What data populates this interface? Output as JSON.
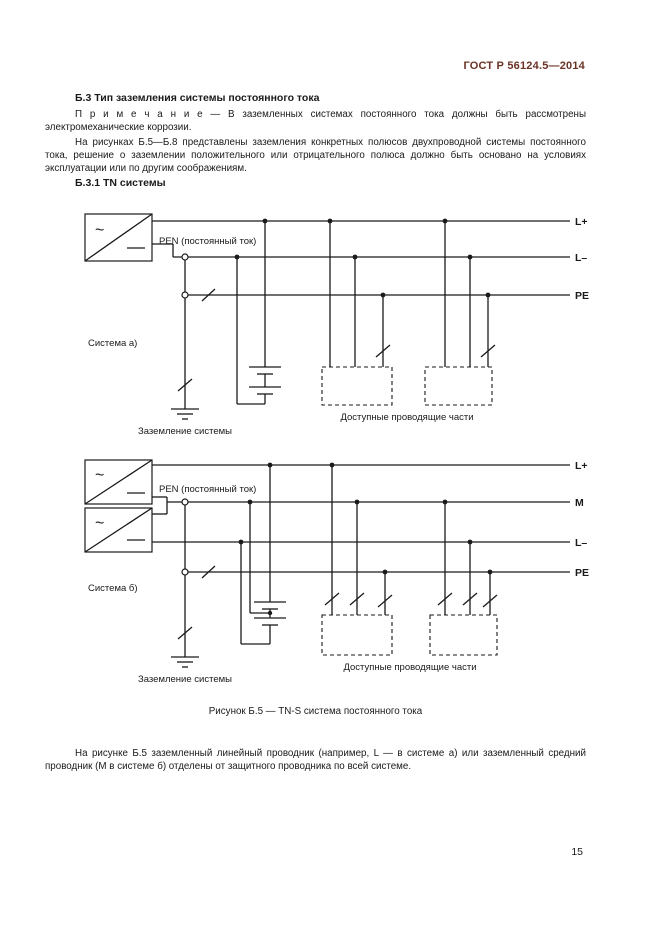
{
  "header": {
    "doc_number": "ГОСТ Р 56124.5—2014",
    "page_number": "15"
  },
  "content": {
    "heading_b3": "Б.3  Тип заземления системы постоянного тока",
    "note": "П р и м е ч а н и е — В заземленных системах постоянного тока должны быть рассмотрены электромеханические коррозии.",
    "para_intro": "На рисунках Б.5—Б.8 представлены заземления конкретных полюсов двухпроводной системы постоянного тока, решение о заземлении положительного или отрицательного полюса должно быть основано на условиях эксплуатации или по другим соображениям.",
    "heading_b31": "Б.3.1  TN системы",
    "figure_caption": "Рисунок Б.5 — TN-S система постоянного тока",
    "para_outro": "На рисунке Б.5 заземленный линейный проводник (например, L — в системе а) или заземленный средний проводник (М в системе б) отделены от защитного проводника по всей системе."
  },
  "diagram_a": {
    "converter_ac_symbol": "~",
    "pen_label": "PEN (постоянный ток)",
    "system_label": "Система а)",
    "grounding_label": "Заземление системы",
    "parts_label": "Доступные проводящие части",
    "bus_labels": {
      "lplus": "L+",
      "lminus": "L–",
      "pe": "PE"
    }
  },
  "diagram_b": {
    "converter_ac_symbol": "~",
    "pen_label": "PEN (постоянный ток)",
    "system_label": "Система б)",
    "grounding_label": "Заземление системы",
    "parts_label": "Доступные проводящие части",
    "bus_labels": {
      "lplus": "L+",
      "m": "M",
      "lminus": "L–",
      "pe": "PE"
    }
  },
  "colors": {
    "header_text": "#6b3226",
    "body_text": "#1a1a1a",
    "line": "#1a1a1a",
    "background": "#ffffff"
  }
}
